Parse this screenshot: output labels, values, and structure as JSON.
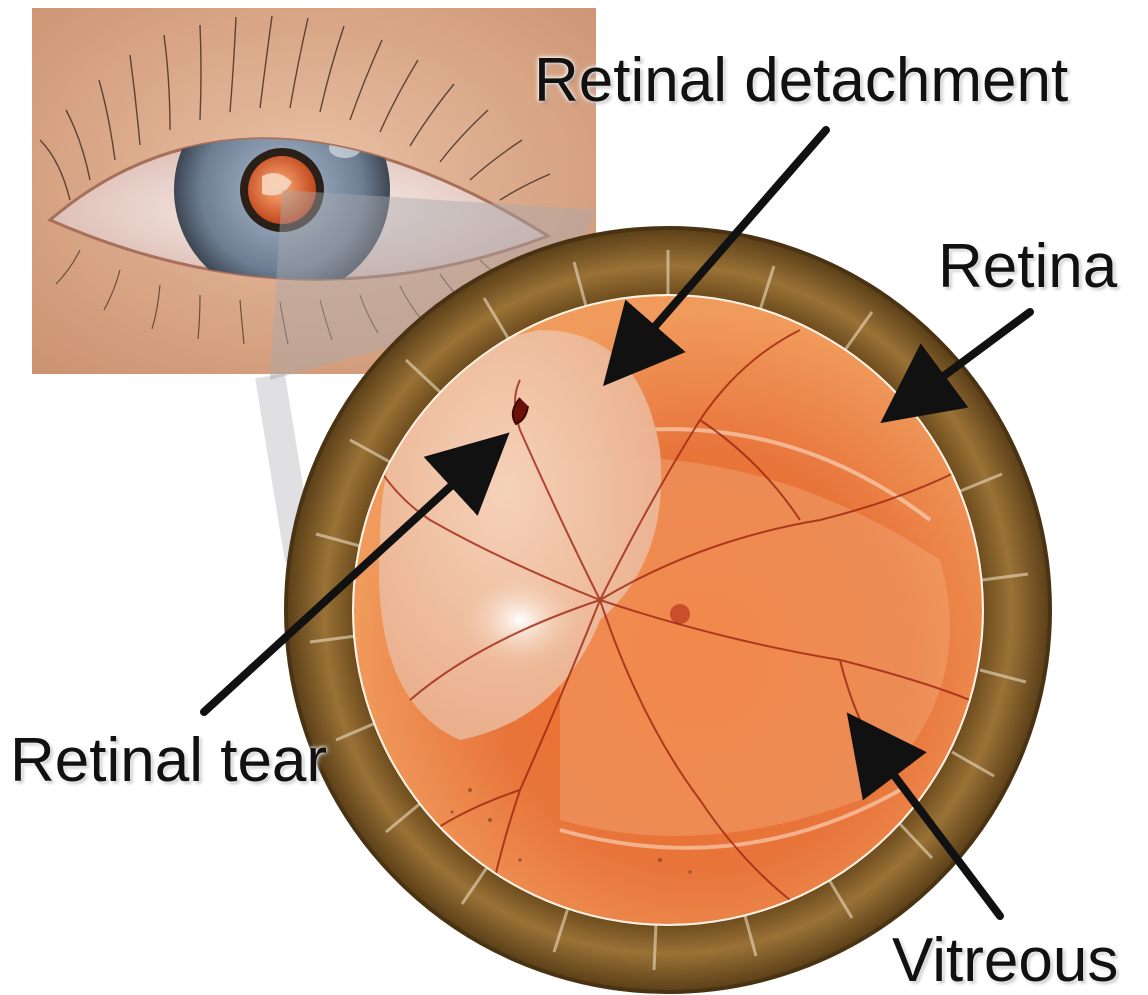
{
  "labels": {
    "retinal_detachment": "Retinal detachment",
    "retina": "Retina",
    "retinal_tear": "Retinal tear",
    "vitreous": "Vitreous"
  },
  "colors": {
    "background": "#ffffff",
    "skin": "#dba98a",
    "iris": "#6d7e92",
    "fundus": "#e8743a",
    "rim": "#8a6428",
    "arrow": "#111111"
  }
}
